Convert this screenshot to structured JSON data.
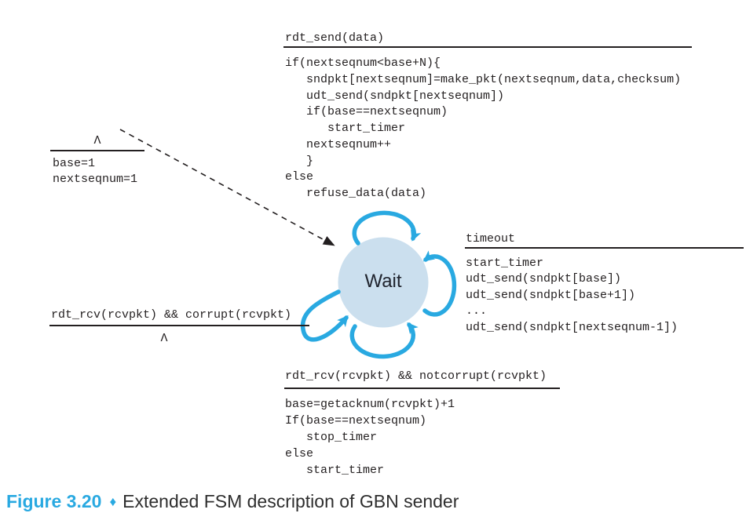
{
  "figure": {
    "caption": {
      "number": "Figure 3.20",
      "separator": "♦",
      "text": "Extended FSM description of GBN sender"
    },
    "state": {
      "label": "Wait"
    },
    "colors": {
      "accent_blue": "#29a9e1",
      "state_fill": "#cbdfee",
      "text": "#231f20"
    },
    "transitions": {
      "init": {
        "event": "Λ",
        "actions": [
          "base=1",
          "nextseqnum=1"
        ]
      },
      "rdt_send": {
        "event": "rdt_send(data)",
        "actions": [
          "if(nextseqnum<base+N){",
          "   sndpkt[nextseqnum]=make_pkt(nextseqnum,data,checksum)",
          "   udt_send(sndpkt[nextseqnum])",
          "   if(base==nextseqnum)",
          "      start_timer",
          "   nextseqnum++",
          "   }",
          "else",
          "   refuse_data(data)"
        ]
      },
      "timeout": {
        "event": "timeout",
        "actions": [
          "start_timer",
          "udt_send(sndpkt[base])",
          "udt_send(sndpkt[base+1])",
          "...",
          "udt_send(sndpkt[nextseqnum-1])"
        ]
      },
      "corrupt": {
        "event": "rdt_rcv(rcvpkt) && corrupt(rcvpkt)",
        "actions": [
          "Λ"
        ]
      },
      "ack": {
        "event": "rdt_rcv(rcvpkt) && notcorrupt(rcvpkt)",
        "actions": [
          "base=getacknum(rcvpkt)+1",
          "If(base==nextseqnum)",
          "   stop_timer",
          "else",
          "   start_timer"
        ]
      }
    }
  }
}
